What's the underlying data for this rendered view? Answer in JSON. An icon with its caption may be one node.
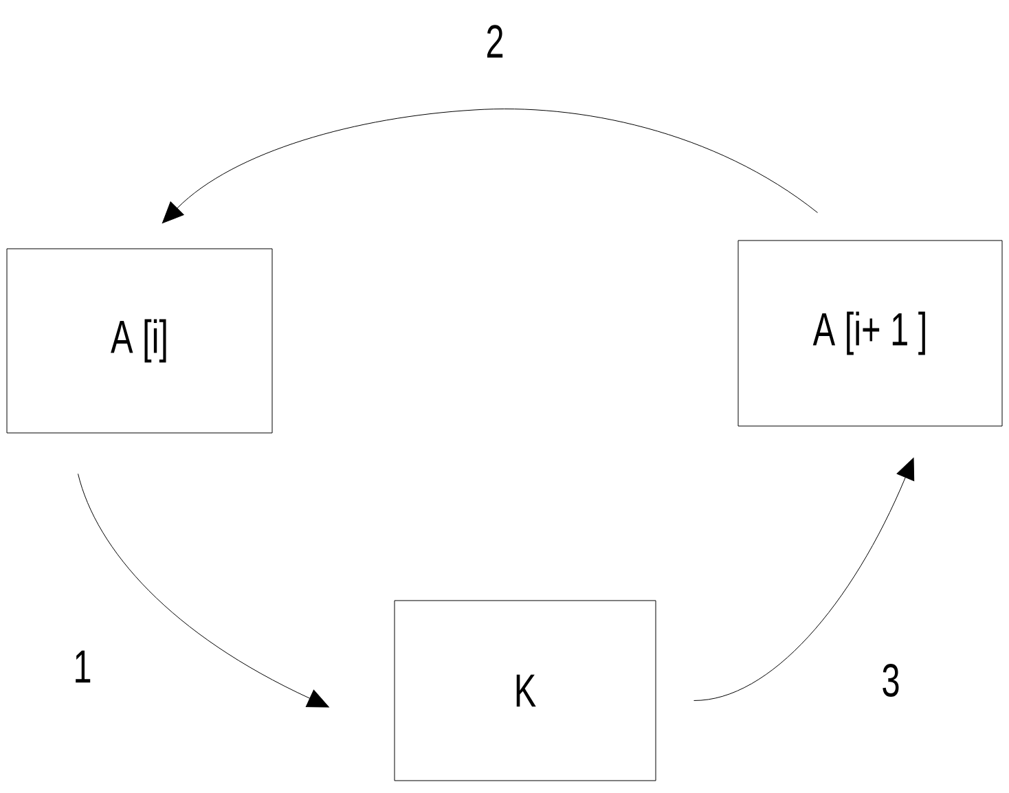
{
  "diagram": {
    "nodes": [
      {
        "text": [
          "A [i]"
        ]
      },
      {
        "text": [
          "A [i+ 1 ]"
        ]
      },
      {
        "text": [
          "K"
        ]
      }
    ],
    "edges": [
      {
        "from": 1,
        "to": 0,
        "arrow": "to",
        "label": "2"
      },
      {
        "from": 0,
        "to": 2,
        "arrow": "to",
        "label": "1"
      },
      {
        "from": 2,
        "to": 1,
        "arrow": "to",
        "label": "3"
      }
    ]
  }
}
